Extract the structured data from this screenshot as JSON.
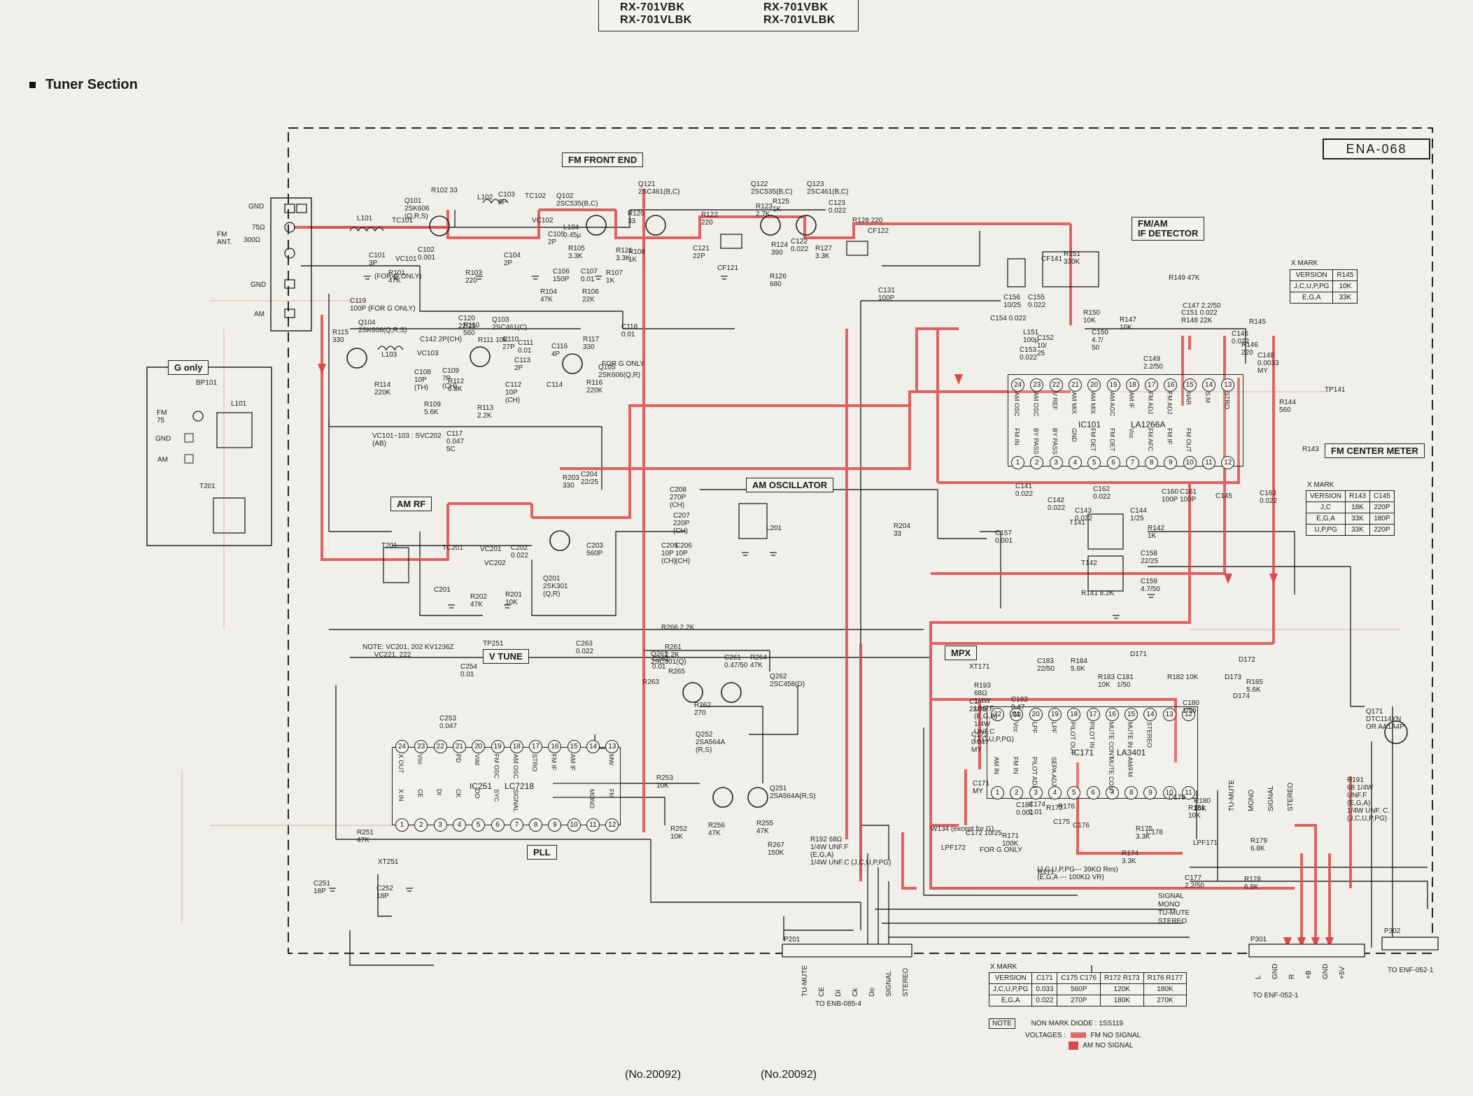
{
  "header": {
    "left_models": [
      "RX-701VBK",
      "RX-701VLBK"
    ],
    "right_models": [
      "RX-701VBK",
      "RX-701VLBK"
    ]
  },
  "section_title": "Tuner Section",
  "board": "ENA-068",
  "blocks": {
    "fm_front_end": "FM FRONT END",
    "fm_am_if": "FM/AM\nIF DETECTOR",
    "am_rf": "AM RF",
    "am_osc": "AM OSCILLATOR",
    "mpx": "MPX",
    "pll": "PLL",
    "v_tune": "V TUNE",
    "fm_center": "FM CENTER METER",
    "g_only": "G only"
  },
  "ics": {
    "ic101": {
      "name": "IC101",
      "part": "LA1266A",
      "top_pins": [
        "24",
        "23",
        "22",
        "21",
        "20",
        "19",
        "18",
        "17",
        "16",
        "15",
        "14",
        "13"
      ],
      "top_labels": [
        "AM OSC",
        "AM OSC",
        "V REF",
        "AM MIX",
        "AM MIX",
        "AM AGC",
        "AM IF",
        "FM ADJ",
        "FM ADJ",
        "NAR",
        "S.M",
        "STRO"
      ],
      "bottom_pins": [
        "1",
        "2",
        "3",
        "4",
        "5",
        "6",
        "7",
        "8",
        "9",
        "10",
        "11",
        "12"
      ],
      "bottom_labels": [
        "FM IN",
        "BY PASS",
        "BY PASS",
        "GND",
        "FM DET",
        "FM DET",
        "Vcc",
        "FM AFC",
        "FM IF",
        "FM OUT",
        "",
        ""
      ]
    },
    "ic171": {
      "name": "IC171",
      "part": "LA3401",
      "top_pins": [
        "22",
        "21",
        "20",
        "19",
        "18",
        "17",
        "16",
        "15",
        "14",
        "13",
        "12"
      ],
      "top_labels": [
        "",
        "Vcc",
        "LPF",
        "LPF",
        "PILOT OUT",
        "PILOT IN",
        "MUTE CONT",
        "MUTE IN",
        "STEREO",
        "",
        ""
      ],
      "bottom_pins": [
        "1",
        "2",
        "3",
        "4",
        "5",
        "6",
        "7",
        "8",
        "9",
        "10",
        "11"
      ],
      "bottom_labels": [
        "AM IN",
        "FM IN",
        "PILOT ADJ",
        "SEPA ADJ",
        "",
        "",
        "MUTE CONT",
        "AM/FM",
        "",
        "",
        ""
      ]
    },
    "ic251": {
      "name": "IC251",
      "part": "LC7218",
      "top_pins": [
        "24",
        "23",
        "22",
        "21",
        "20",
        "19",
        "18",
        "17",
        "16",
        "15",
        "14",
        "13"
      ],
      "top_labels": [
        "X OUT",
        "Vss",
        "",
        "PD",
        "Vdd",
        "FM OSC",
        "AM OSC",
        "STRO",
        "FM IF",
        "AM IF",
        "",
        "MW"
      ],
      "bottom_pins": [
        "1",
        "2",
        "3",
        "4",
        "5",
        "6",
        "7",
        "8",
        "9",
        "10",
        "11",
        "12"
      ],
      "bottom_labels": [
        "X IN",
        "CE",
        "DI",
        "CK",
        "DO",
        "SYC",
        "SIGNAL",
        "",
        "",
        "",
        "MONO",
        "FM"
      ]
    }
  },
  "transistors": [
    {
      "ref": "Q101",
      "part": "2SK606",
      "grade": "(Q,R,S)"
    },
    {
      "ref": "Q102",
      "part": "2SC535(B,C)",
      "grade": ""
    },
    {
      "ref": "Q121",
      "part": "2SC461(B,C)",
      "grade": ""
    },
    {
      "ref": "Q122",
      "part": "2SC535(B,C)",
      "grade": ""
    },
    {
      "ref": "Q123",
      "part": "2SC461(B,C)",
      "grade": ""
    },
    {
      "ref": "Q103",
      "part": "2SC461(C)",
      "grade": ""
    },
    {
      "ref": "Q104",
      "part": "2SK606(Q,R,S)",
      "grade": ""
    },
    {
      "ref": "Q105",
      "part": "2SK606(Q,R)",
      "grade": ""
    },
    {
      "ref": "Q201",
      "part": "2SK301",
      "grade": "(Q,R)"
    },
    {
      "ref": "Q252",
      "part": "2SA564A",
      "grade": "(R,S)"
    },
    {
      "ref": "Q251",
      "part": "2SA564A(R,S)",
      "grade": ""
    },
    {
      "ref": "Q261",
      "part": "2SC301(Q)",
      "grade": ""
    },
    {
      "ref": "Q262",
      "part": "2SC458(D)",
      "grade": ""
    },
    {
      "ref": "Q171",
      "part": "DTC114YN",
      "grade": "OR AA1A4P"
    }
  ],
  "components_text": [
    "L101",
    "TC101",
    "C101\n3P",
    "VC101",
    "R101\n47K",
    "C102\n0.001",
    "(FOR G ONLY)",
    "R102 33",
    "L102",
    "C103\n5P",
    "TC102",
    "VC102",
    "R103\n220",
    "C104\n2P",
    "C105\n2P",
    "L104\n0.45μ",
    "R105\n3.3K",
    "C106\n150P",
    "C107\n0.01",
    "R107\n1K",
    "R104\n47K",
    "R106\n22K",
    "R108\n1K",
    "R120\n33",
    "R121\n3.3K",
    "R122\n220",
    "C121\n22P",
    "CF121",
    "R123\n2.7K",
    "R125\n1K",
    "R124\n390",
    "R126\n680",
    "C122\n0.022",
    "C123\n0.022",
    "R127\n3.3K",
    "R128 220",
    "CF122",
    "C119\n100P (FOR G ONLY)",
    "R115\n330",
    "C142 2P(CH)",
    "L103",
    "VC103",
    "C108\n10P\n(TH)",
    "R110\n560",
    "R111 10K",
    "C110\n27P",
    "C111\n0.01",
    "C109\n7P\n(CH)",
    "R112\n6.8K",
    "R114\n220K",
    "R109\n5.6K",
    "R113\n2.2K",
    "C112\n10P\n(CH)",
    "C117\n0.047\n5C",
    "C113\n2P",
    "C116\n4P",
    "R117\n330",
    "R116\n220K",
    "C114",
    "C120\n22/25",
    "C118\n0.01",
    "FOR G ONLY",
    "VC101~103 : SVC202\n(AB)",
    "R151\n330K",
    "CF141",
    "C156\n10/25",
    "C155\n0.022",
    "C131\n100P",
    "R149 47K",
    "C147 2.2/50",
    "R148 22K",
    "C151 0.022",
    "C154 0.022",
    "L151\n100μ",
    "C152\n10/\n25",
    "C153\n0.022",
    "R150\n10K",
    "C150\n4.7/\n50",
    "R147\n10K",
    "C149\n2.2/50",
    "C146\n0.022",
    "R146\n220",
    "R145",
    "C148\n0.0033\nMY",
    "TP141",
    "R144\n560",
    "R143",
    "C141\n0.022",
    "C142\n0.022",
    "C143\n0.022",
    "C162\n0.022",
    "T141",
    "T142",
    "C144\n1/25",
    "R142\n1K",
    "C160\n100P",
    "C161\n100P",
    "C145",
    "C163\n0.022",
    "C158\n22/25",
    "C159\n4.7/50",
    "R141 8.2K",
    "C157\n0.001",
    "R203\n330",
    "C204\n22/25",
    "C208\n270P\n(CH)",
    "C207\n220P\n(CH)",
    "C205\n10P\n(CH)",
    "C206\n10P\n(CH)",
    "L201",
    "R204\n33",
    "T201",
    "TC201",
    "VC201",
    "C202\n0.022",
    "C201",
    "VC202",
    "C203\n560P",
    "R202\n47K",
    "R201\n10K",
    "NOTE: VC201, 202 KV1236Z\n      VC221, 222",
    "TP251",
    "C263\n0.022",
    "R266 2.2K",
    "R261\n2.2K",
    "C262\n0.01",
    "C261\n0.47/50",
    "R264\n47K",
    "R265",
    "R263",
    "R262\n270",
    "C254\n0.01",
    "C253\n0.047",
    "R253\n10K",
    "R252\n10K",
    "R256\n47K",
    "R255\n47K",
    "R267\n150K",
    "R192 68Ω\n1/4W UNF.F\n(E,G,A)\n1/4W UNF.C (J,C,U,P,PG)",
    "R251\n47K",
    "XT251",
    "C251\n18P",
    "C252\n18P",
    "XT171",
    "R193\n68Ω\n1/4W\nUNF.F\n(E,G,A)\n1/4W\nUNF.C\n(J,C,U,P,PG)",
    "C1\n22/25",
    "C182\n0.47\n/50",
    "C183\n22/50",
    "R184\n5.6K",
    "R183\n10K",
    "C181\n1/50",
    "R182 10K",
    "C180\n1/50",
    "C173\n0.047\nMY",
    "C171\nMY",
    "W134 (except for G)",
    "C184\n0.001",
    "C174\n0.01",
    "R172",
    "C175",
    "R176",
    "C176",
    "R171\n100K",
    "R175\n3.3K",
    "R174\n3.3K",
    "C178",
    "C179",
    "R181\n10K",
    "R180\n10K",
    "C172 10/25",
    "LPF172",
    "FOR G ONLY",
    "LPF171",
    "C177\n2.2/50",
    "R179\n6.8K",
    "R178\n6.8K",
    "R171",
    "(J,C,U,P,PG--- 39KΩ Res)\n(E,G,A --- 100KΩ VR)",
    "D171",
    "D172",
    "D173",
    "D174",
    "R185\n5.6K",
    "R191\n68 1/4W\nUNF.F\n(E,G,A)\n1/4W UNF. C.\n(J,C,U,P,PG)",
    "P201",
    "P301",
    "P302",
    "TO ENB-085-4",
    "TO ENF-052-1",
    "TO ENF-052-1",
    "BP101",
    "L101",
    "T201"
  ],
  "antenna": {
    "gnd": "GND",
    "fm": "FM\nANT.",
    "imp1": "75Ω",
    "imp2": "300Ω",
    "gnd2": "GND",
    "am": "AM"
  },
  "g_only_box": {
    "fm": "FM\n75",
    "gnd": "GND",
    "am": "AM"
  },
  "mark_tables": [
    {
      "title": "X MARK",
      "rows": [
        [
          "VERSION",
          "R145"
        ],
        [
          "J,C,U,P,PG",
          "10K"
        ],
        [
          "E,G,A",
          "33K"
        ]
      ]
    },
    {
      "title": "X MARK",
      "rows": [
        [
          "VERSION",
          "R143",
          "C145"
        ],
        [
          "J,C",
          "18K",
          "220P"
        ],
        [
          "E,G,A",
          "33K",
          "180P"
        ],
        [
          "U,P,PG",
          "33K",
          "220P"
        ]
      ]
    },
    {
      "title": "X MARK",
      "rows": [
        [
          "VERSION",
          "C171",
          "C175 C176",
          "R172 R173",
          "R176 R177"
        ],
        [
          "J,C,U,P,PG",
          "0.033",
          "560P",
          "120K",
          "180K"
        ],
        [
          "E,G,A",
          "0.022",
          "270P",
          "180K",
          "270K"
        ]
      ]
    }
  ],
  "connectors": {
    "p201_pins": [
      "TU-MUTE",
      "CE",
      "DI",
      "Ck",
      "Do",
      "SIGNAL",
      "STEREO"
    ],
    "p301_pins": [
      "L",
      "GND",
      "R",
      "+B",
      "GND",
      "+5V"
    ],
    "right_side": [
      "TU-MUTE",
      "MONO",
      "SIGNAL",
      "STEREO"
    ],
    "lines": [
      "SIGNAL",
      "MONO",
      "TU-MUTE",
      "STEREO"
    ]
  },
  "notes": {
    "label": "NOTE",
    "diode": "NON MARK DIODE : 1SS119",
    "voltages": "VOLTAGES :",
    "fm": "FM NO SIGNAL",
    "am": "AM NO SIGNAL"
  },
  "footer": [
    "(No.20092)",
    "(No.20092)"
  ],
  "colors": {
    "trace": "#d94b4b",
    "line": "#2a2a2a",
    "paper": "#f1efe9"
  }
}
